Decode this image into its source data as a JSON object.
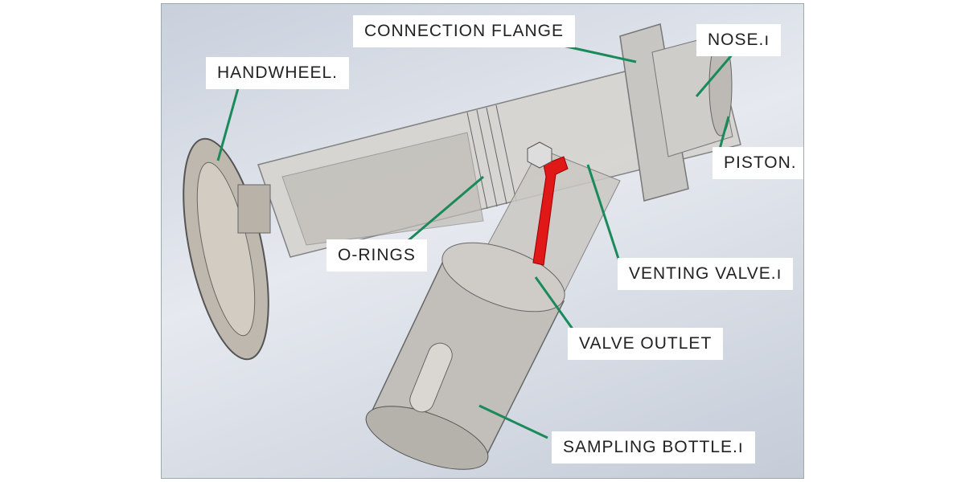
{
  "labels": {
    "connection_flange": "CONNECTION FLANGE",
    "nose": "NOSE.ı",
    "handwheel": "HANDWHEEL.",
    "piston": "PISTON.",
    "o_rings": "O-RINGS",
    "venting_valve": "VENTING VALVE.ı",
    "valve_outlet": "VALVE OUTLET",
    "sampling_bottle": "SAMPLING BOTTLE.ı"
  },
  "colors": {
    "leader": "#1a8a5a",
    "valve": "#e01818",
    "body": "#c9c6c0"
  }
}
